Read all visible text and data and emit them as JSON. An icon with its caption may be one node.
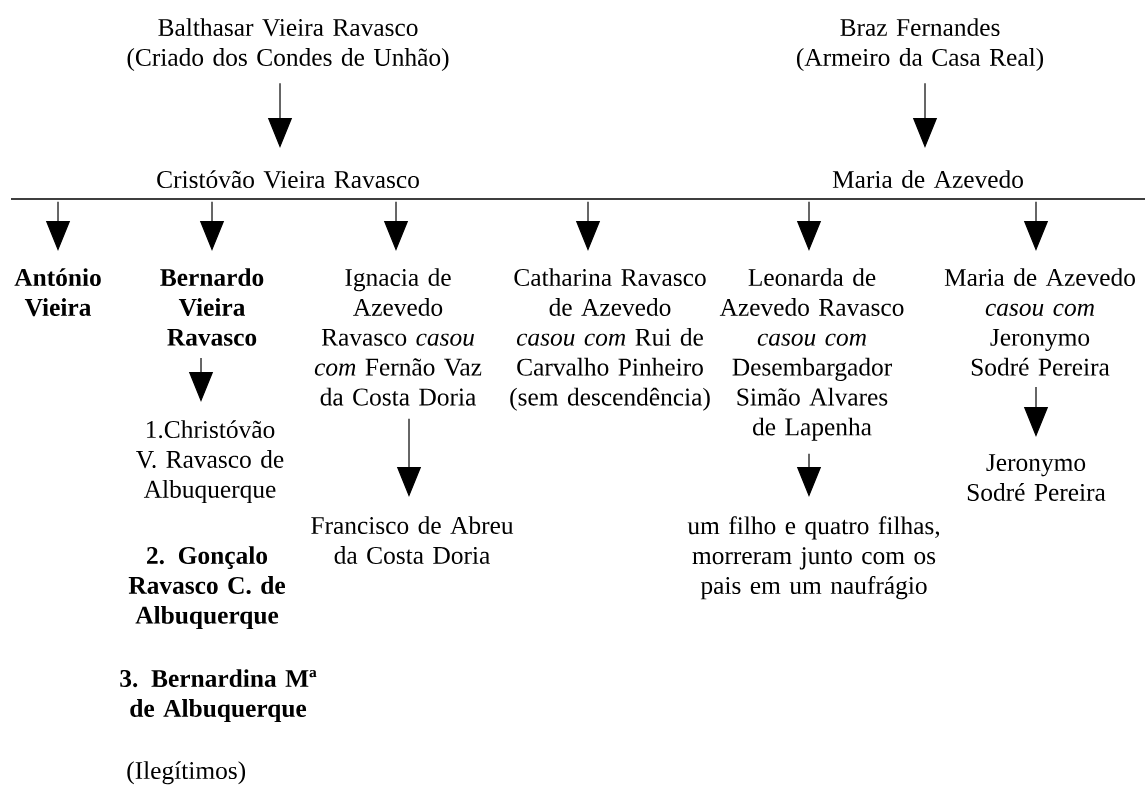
{
  "diagram": {
    "nodes": [
      {
        "text": [
          "Balthasar Vieira Ravasco",
          "(Criado dos Condes de Unhão)"
        ]
      },
      {
        "text": [
          "Braz Fernandes",
          "(Armeiro da Casa Real)"
        ]
      },
      {
        "text": [
          "Cristóvão Vieira Ravasco"
        ]
      },
      {
        "text": [
          "Maria de Azevedo"
        ]
      },
      {
        "text": [],
        "shape": "bar"
      },
      {
        "text": [
          "António Vieira"
        ]
      },
      {
        "text": [
          "Bernardo Vieira Ravasco"
        ]
      },
      {
        "text": [
          "Ignacia de Azevedo Ravasco *casou com* Fernão Vaz da Costa Doria"
        ]
      },
      {
        "text": [
          "Catharina Ravasco de Azevedo *casou com* Rui de Carvalho Pinheiro (sem descendência)"
        ]
      },
      {
        "text": [
          "Leonarda de Azevedo Ravasco *casou com* Desembargador Simão Alvares de Lapenha"
        ]
      },
      {
        "text": [
          "Maria de Azevedo *casou com* Jeronymo Sodré Pereira"
        ]
      },
      {
        "text": [
          "1.Christóvão V. Ravasco de Albuquerque"
        ]
      },
      {
        "text": [
          "Francisco de Abreu da Costa Doria"
        ]
      },
      {
        "text": [
          "um filho e quatro filhas, morreram junto com os pais em um naufrágio"
        ]
      },
      {
        "text": [
          "Jeronymo Sodré Pereira"
        ]
      }
    ],
    "edges": [
      {
        "from": 0,
        "to": 2,
        "arrow": "to"
      },
      {
        "from": 1,
        "to": 3,
        "arrow": "to"
      },
      {
        "from": 4,
        "to": 5,
        "arrow": "to"
      },
      {
        "from": 4,
        "to": 6,
        "arrow": "to"
      },
      {
        "from": 4,
        "to": 7,
        "arrow": "to"
      },
      {
        "from": 4,
        "to": 8,
        "arrow": "to"
      },
      {
        "from": 4,
        "to": 9,
        "arrow": "to"
      },
      {
        "from": 4,
        "to": 10,
        "arrow": "to"
      },
      {
        "from": 6,
        "to": 11,
        "arrow": "to"
      },
      {
        "from": 7,
        "to": 12,
        "arrow": "to"
      },
      {
        "from": 9,
        "to": 13,
        "arrow": "to"
      },
      {
        "from": 10,
        "to": 14,
        "arrow": "to"
      }
    ],
    "labels": [
      "2. Gonçalo Ravasco C. de Albuquerque",
      "3. Bernardina Mª de Albuquerque",
      "(Ilegítimos)"
    ]
  }
}
